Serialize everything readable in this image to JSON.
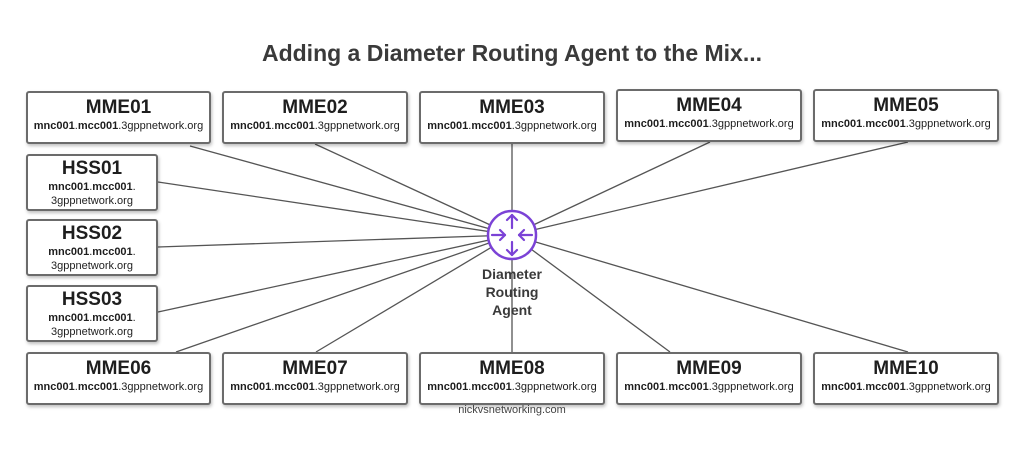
{
  "title": "Adding a Diameter Routing Agent to the Mix...",
  "colors": {
    "line": "#555555",
    "router": "#7b42d6",
    "box_border": "#6b6b6b"
  },
  "router": {
    "icon": "router-arrows-icon",
    "label_lines": [
      "Diameter",
      "Routing",
      "Agent"
    ]
  },
  "nodes": {
    "mme01": {
      "name": "MME01",
      "mnc": "mnc001",
      "mcc": "mcc001",
      "suffix": ".3gppnetwork.org"
    },
    "mme02": {
      "name": "MME02",
      "mnc": "mnc001",
      "mcc": "mcc001",
      "suffix": ".3gppnetwork.org"
    },
    "mme03": {
      "name": "MME03",
      "mnc": "mnc001",
      "mcc": "mcc001",
      "suffix": ".3gppnetwork.org"
    },
    "mme04": {
      "name": "MME04",
      "mnc": "mnc001",
      "mcc": "mcc001",
      "suffix": ".3gppnetwork.org"
    },
    "mme05": {
      "name": "MME05",
      "mnc": "mnc001",
      "mcc": "mcc001",
      "suffix": ".3gppnetwork.org"
    },
    "hss01": {
      "name": "HSS01",
      "mnc": "mnc001",
      "mcc": "mcc001",
      "suffix": "3gppnetwork.org"
    },
    "hss02": {
      "name": "HSS02",
      "mnc": "mnc001",
      "mcc": "mcc001",
      "suffix": "3gppnetwork.org"
    },
    "hss03": {
      "name": "HSS03",
      "mnc": "mnc001",
      "mcc": "mcc001",
      "suffix": "3gppnetwork.org"
    },
    "mme06": {
      "name": "MME06",
      "mnc": "mnc001",
      "mcc": "mcc001",
      "suffix": ".3gppnetwork.org"
    },
    "mme07": {
      "name": "MME07",
      "mnc": "mnc001",
      "mcc": "mcc001",
      "suffix": ".3gppnetwork.org"
    },
    "mme08": {
      "name": "MME08",
      "mnc": "mnc001",
      "mcc": "mcc001",
      "suffix": ".3gppnetwork.org"
    },
    "mme09": {
      "name": "MME09",
      "mnc": "mnc001",
      "mcc": "mcc001",
      "suffix": ".3gppnetwork.org"
    },
    "mme10": {
      "name": "MME10",
      "mnc": "mnc001",
      "mcc": "mcc001",
      "suffix": ".3gppnetwork.org"
    }
  },
  "footer": "nickvsnetworking.com"
}
